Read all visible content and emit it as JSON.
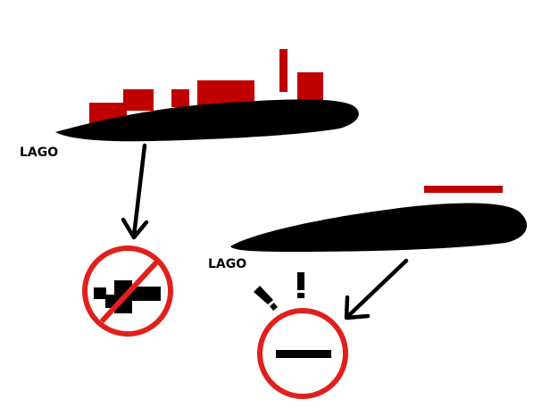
{
  "diagram": {
    "colors": {
      "background": "#ffffff",
      "ink": "#000000",
      "accent_red": "#c00000",
      "prohibition_red": "#e0201c"
    },
    "scenes": [
      {
        "id": "built-shoreline",
        "lake_label": "LAGO",
        "elements": [
          "lake-silhouette",
          "dense-buildings",
          "arrow-down"
        ],
        "outcome": "prohibited-fragmented-buildings"
      },
      {
        "id": "preserved-shoreline",
        "lake_label": "LAGO",
        "elements": [
          "lake-silhouette",
          "single-setback-bar",
          "arrow-down-left"
        ],
        "outcome": "single-bar-with-attention-marks"
      }
    ],
    "icons": [
      "no-entry-icon",
      "exclamation-icon",
      "minus-icon",
      "arrow-icon"
    ]
  }
}
